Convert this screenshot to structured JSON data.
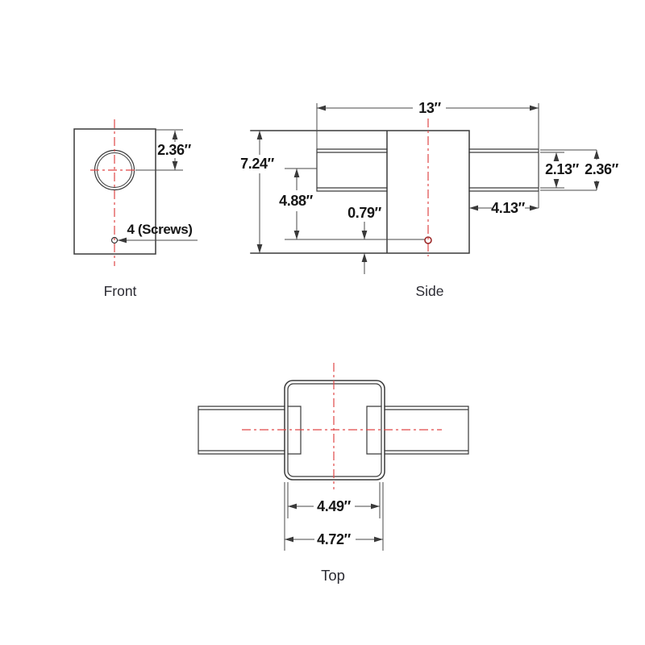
{
  "views": {
    "front": {
      "label": "Front",
      "dims": {
        "hole_offset_from_top": "2.36″",
        "screws_note": "4 (Screws)"
      }
    },
    "side": {
      "label": "Side",
      "dims": {
        "overall_length": "13″",
        "overall_height": "7.24″",
        "tube_center_height": "4.88″",
        "screw_hole_offset": "0.79″",
        "arm_length": "4.13″",
        "tube_inner_dia": "2.13″",
        "tube_outer_dia": "2.36″"
      }
    },
    "top": {
      "label": "Top",
      "dims": {
        "pole_inner_width": "4.49″",
        "pole_outer_width": "4.72″"
      }
    }
  },
  "colors": {
    "line": "#3a3a3a",
    "thin_line": "#4a4a4a",
    "centerline_red": "#e04848",
    "screw_dot_red": "#9c2b2b",
    "dim_text": "#161616",
    "label_text": "#2b2b33",
    "background": "#ffffff"
  }
}
